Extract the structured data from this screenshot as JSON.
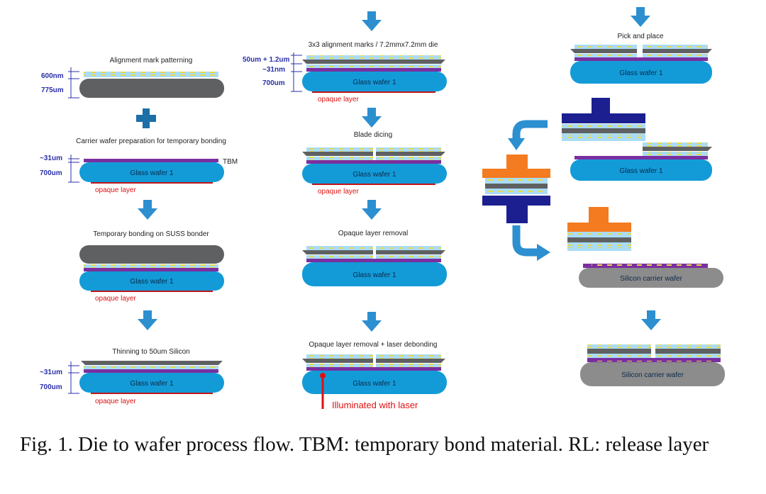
{
  "caption": "Fig. 1.  Die to wafer process flow. TBM: temporary bond material. RL: release layer",
  "colors": {
    "glass": "#139bd8",
    "silicon": "#5f6062",
    "carrier": "#8c8c8c",
    "tbm": "#7a2fa0",
    "light_layer": "#a9dcf6",
    "opaque": "#c0151a",
    "arrow": "#2c8fd0",
    "plus": "#1d6fa8",
    "tool_dark": "#1b1f8f",
    "tool_orange": "#f47b20",
    "yellow_marks": "#e8d94a"
  },
  "icons": {
    "step_arrow": "down-arrow-icon",
    "plus": "plus-icon",
    "curved_arrow": "curved-arrow-icon"
  },
  "col1": {
    "s1_title": "Alignment mark patterning",
    "s1_dim_a": "600nm",
    "s1_dim_b": "775um",
    "s2_title": "Carrier wafer preparation for temporary bonding",
    "s2_dim_a": "~31um",
    "s2_dim_b": "700um",
    "s2_tbm": "TBM",
    "s2_wafer": "Glass wafer 1",
    "s2_opaque": "opaque layer",
    "s3_title": "Temporary bonding on SUSS bonder",
    "s3_wafer": "Glass wafer 1",
    "s3_opaque": "opaque layer",
    "s4_title": "Thinning to 50um Silicon",
    "s4_dim_a": "~31um",
    "s4_dim_b": "700um",
    "s4_wafer": "Glass wafer 1",
    "s4_opaque": "opaque layer"
  },
  "col2": {
    "s1_title": "3x3 alignment marks / 7.2mmx7.2mm die",
    "s1_dim_a": "50um + 1.2um",
    "s1_dim_b": "~31nm",
    "s1_dim_c": "700um",
    "s1_wafer": "Glass wafer 1",
    "s1_opaque": "opaque layer",
    "s2_title": "Blade dicing",
    "s2_wafer": "Glass wafer 1",
    "s2_opaque": "opaque layer",
    "s3_title": "Opaque layer removal",
    "s3_wafer": "Glass wafer 1",
    "s4_title": "Opaque layer removal + laser debonding",
    "s4_wafer": "Glass wafer 1",
    "s4_laser": "Illuminated with laser"
  },
  "col3": {
    "s1_title": "Pick and place",
    "s1_wafer": "Glass wafer 1",
    "s2_wafer": "Glass wafer 1",
    "s3_wafer": "Silicon carrier wafer",
    "s4_wafer": "Silicon carrier wafer"
  }
}
